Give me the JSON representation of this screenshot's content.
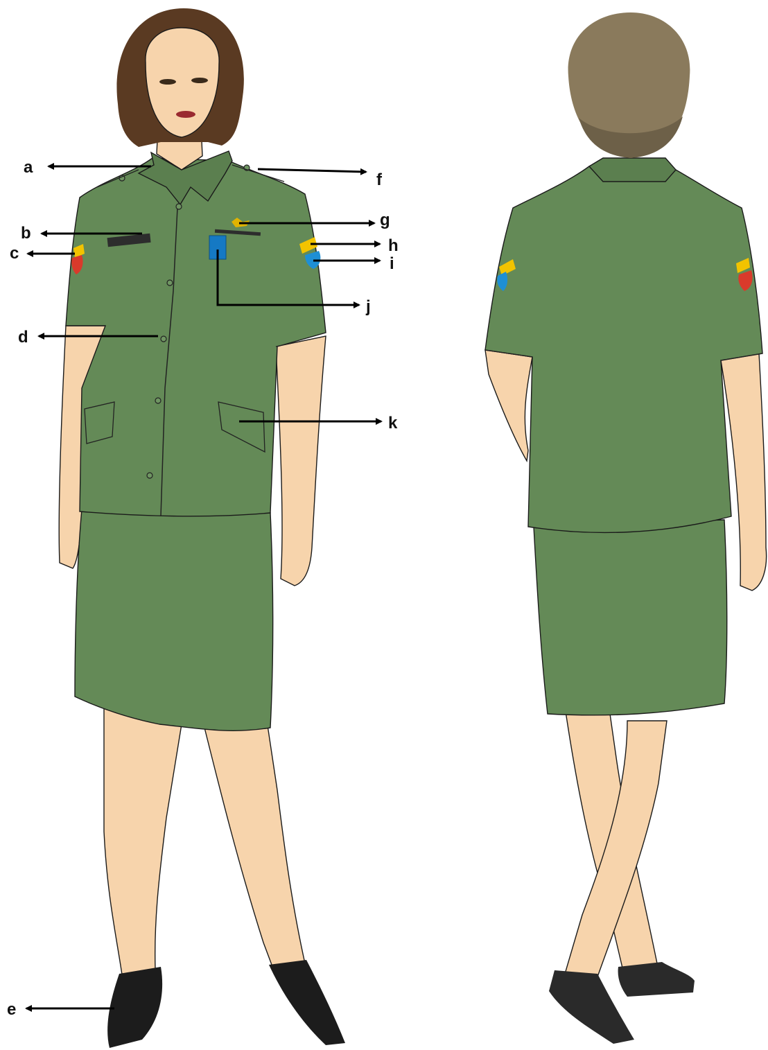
{
  "labels": {
    "a": "a",
    "b": "b",
    "c": "c",
    "d": "d",
    "e": "e",
    "f": "f",
    "g": "g",
    "h": "h",
    "i": "i",
    "j": "j",
    "k": "k"
  },
  "colors": {
    "uniform": "#648a57",
    "uniform_dark": "#4e7044",
    "skin": "#f7d4ac",
    "hair_front": "#5a3a22",
    "hair_back": "#8a7a5c",
    "shoe": "#1c1c1c",
    "badge_yellow": "#f2c300",
    "badge_blue": "#1e8fd5",
    "name_tag_blue": "#1579c4",
    "patch_red": "#d93a2b"
  },
  "icons": [
    "arrow-left-icon",
    "arrow-right-icon",
    "shoulder-patch-icon",
    "rank-badge-icon"
  ]
}
